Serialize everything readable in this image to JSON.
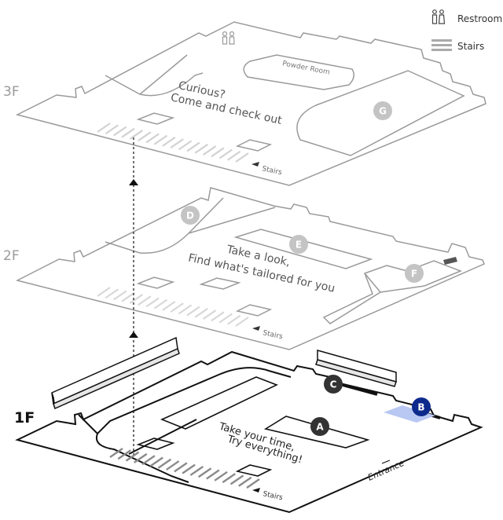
{
  "legend": {
    "restroom_label": "Restroom",
    "stairs_label": "Stairs",
    "restroom_icon": "restroom-icon",
    "stairs_icon": "stairs-icon"
  },
  "floors": {
    "f3": {
      "label": "3F",
      "tagline_1": "Curious?",
      "tagline_2": "Come and check out",
      "room_label": "Powder Room",
      "stairs_label": "Stairs",
      "markers": [
        "G"
      ]
    },
    "f2": {
      "label": "2F",
      "tagline_1": "Take a look,",
      "tagline_2": "Find what's tailored for you",
      "stairs_label": "Stairs",
      "markers": [
        "D",
        "E",
        "F"
      ]
    },
    "f1": {
      "label": "1F",
      "tagline_1": "Take your time,",
      "tagline_2": "Try everything!",
      "stairs_label": "Stairs",
      "entrance_label": "Entrance",
      "markers": [
        "A",
        "B",
        "C"
      ]
    }
  },
  "colors": {
    "upper_floor_line": "#9a9a9a",
    "ground_floor_line": "#111111",
    "marker_gray": "#c4c4c4",
    "marker_dark": "#333333",
    "marker_highlight": "#0d2a8c",
    "highlight_area": "#b9c8f2"
  }
}
